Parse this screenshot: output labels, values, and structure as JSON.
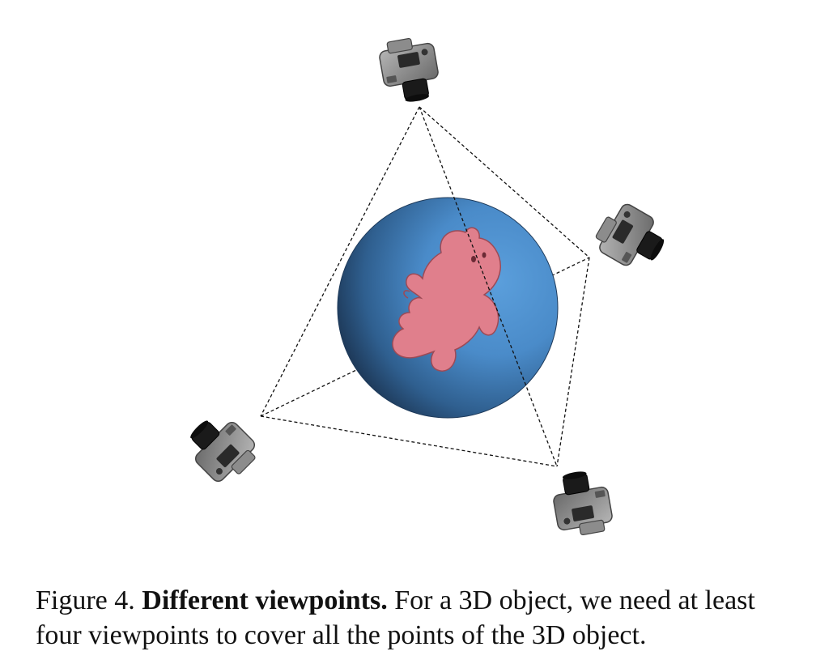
{
  "figure": {
    "sphere_colors": {
      "light": "#5b9fdc",
      "mid": "#3f7cb8",
      "dark": "#1e3a5a"
    },
    "object_color": "#e07f8c",
    "camera_body_color": "#8a8a8a",
    "line_style": "dashed",
    "cameras": [
      "top",
      "right",
      "bottom-left",
      "bottom-right"
    ]
  },
  "caption": {
    "label": "Figure 4.",
    "bold": "Different viewpoints.",
    "text": "For a 3D object, we need at least four viewpoints to cover all the points of the 3D object."
  }
}
